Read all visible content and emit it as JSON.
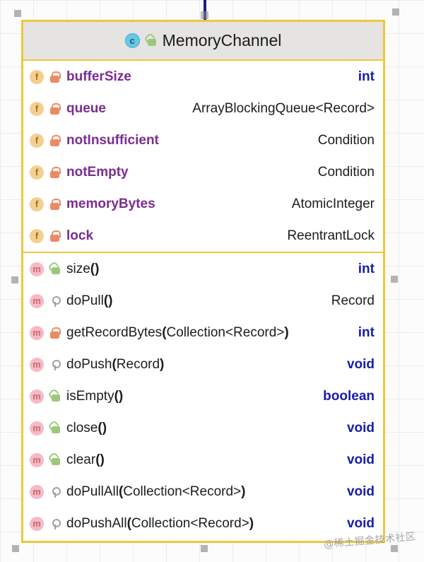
{
  "diagram": {
    "icons": {
      "field_badge": "f",
      "method_badge": "m",
      "class_badge": "c"
    },
    "punctuation": {
      "paren_open": "(",
      "paren_close": ")"
    },
    "class": {
      "name": "MemoryChannel",
      "fields": [
        {
          "name": "bufferSize",
          "type": "int",
          "type_kind": "keyword",
          "visibility": "private"
        },
        {
          "name": "queue",
          "type": "ArrayBlockingQueue<Record>",
          "type_kind": "class",
          "visibility": "private"
        },
        {
          "name": "notInsufficient",
          "type": "Condition",
          "type_kind": "class",
          "visibility": "private"
        },
        {
          "name": "notEmpty",
          "type": "Condition",
          "type_kind": "class",
          "visibility": "private"
        },
        {
          "name": "memoryBytes",
          "type": "AtomicInteger",
          "type_kind": "class",
          "visibility": "private"
        },
        {
          "name": "lock",
          "type": "ReentrantLock",
          "type_kind": "class",
          "visibility": "private"
        }
      ],
      "methods": [
        {
          "name": "size",
          "params": "",
          "returns": "int",
          "returns_kind": "keyword",
          "visibility": "public"
        },
        {
          "name": "doPull",
          "params": "",
          "returns": "Record",
          "returns_kind": "class",
          "visibility": "protected"
        },
        {
          "name": "getRecordBytes",
          "params": "Collection<Record>",
          "returns": "int",
          "returns_kind": "keyword",
          "visibility": "private"
        },
        {
          "name": "doPush",
          "params": "Record",
          "returns": "void",
          "returns_kind": "keyword",
          "visibility": "protected"
        },
        {
          "name": "isEmpty",
          "params": "",
          "returns": "boolean",
          "returns_kind": "keyword",
          "visibility": "public"
        },
        {
          "name": "close",
          "params": "",
          "returns": "void",
          "returns_kind": "keyword",
          "visibility": "public"
        },
        {
          "name": "clear",
          "params": "",
          "returns": "void",
          "returns_kind": "keyword",
          "visibility": "public"
        },
        {
          "name": "doPullAll",
          "params": "Collection<Record>",
          "returns": "void",
          "returns_kind": "keyword",
          "visibility": "protected"
        },
        {
          "name": "doPushAll",
          "params": "Collection<Record>",
          "returns": "void",
          "returns_kind": "keyword",
          "visibility": "protected"
        }
      ]
    },
    "watermark": "@稀土掘金技术社区",
    "colors": {
      "border": "#EFC73E",
      "header_bg": "#E5E4E2",
      "field_name": "#7B2C90",
      "keyword_type": "#191CA8",
      "class_type": "#1C1C1C",
      "private_lock": "#EC8A64",
      "public_lock": "#9CC87C",
      "protected_key": "#9CA1A8",
      "field_badge_bg": "#F4CF8D",
      "method_badge_bg": "#F6BAC3",
      "class_badge_bg": "#69C6E6",
      "connector": "#1E1E78",
      "handle": "#A6A6A6"
    }
  }
}
